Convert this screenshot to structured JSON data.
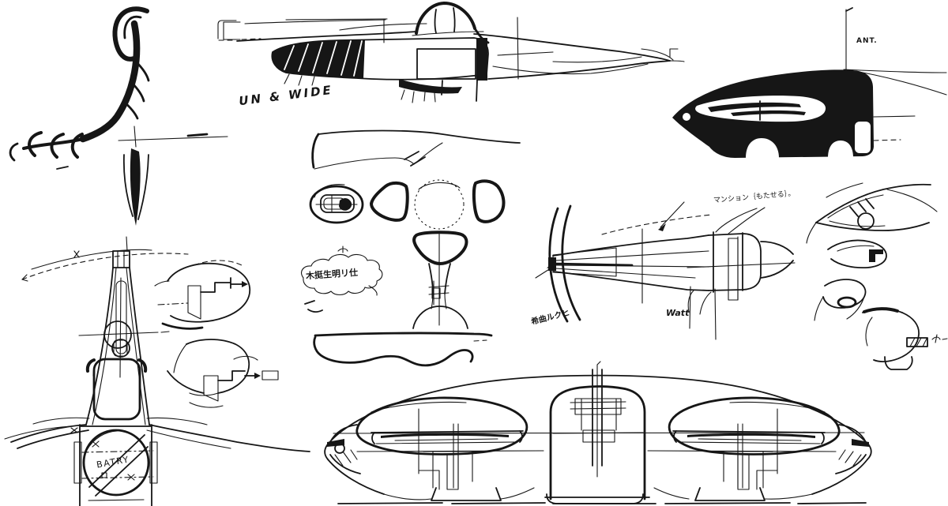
{
  "sheet": {
    "paper_color": "#ffffff",
    "ink_color": "#161616"
  },
  "annotations": {
    "design_note": "UN & WIDE",
    "antenna_label": "ANT.",
    "cloud_note": "木挺生明リ仕",
    "cabin_note": "マンション｛もたせる｝。",
    "curve_note": "希曲ルクヒ",
    "watt_note": "Watt",
    "battery_label": "BATRY"
  }
}
